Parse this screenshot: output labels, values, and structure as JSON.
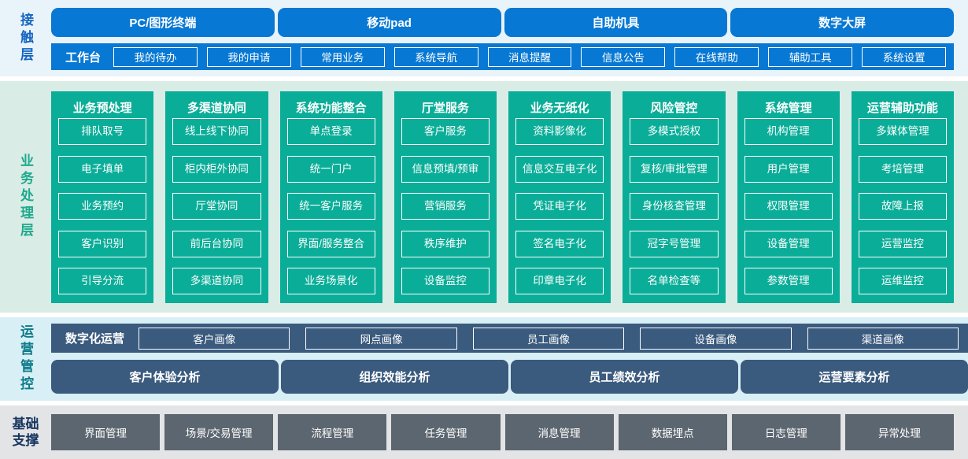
{
  "colors": {
    "contact_blue": "#0778D3",
    "contact_label": "#1565BF",
    "business_green": "#0AAD98",
    "business_label": "#1FA98D",
    "ops_slate": "#3A5A7E",
    "ops_label": "#0C7A88",
    "foundation_gray": "#5C6670",
    "foundation_label": "#16365F",
    "band_contact_bg": "#E8F3FA",
    "band_business_bg": "#DAECE6",
    "band_ops_bg": "#D7EFF5",
    "band_foundation_bg": "#E3E4E6"
  },
  "layers": {
    "contact": {
      "label": "接触层",
      "terminals": [
        "PC/图形终端",
        "移动pad",
        "自助机具",
        "数字大屏"
      ],
      "workbench_label": "工作台",
      "workbench_items": [
        "我的待办",
        "我的申请",
        "常用业务",
        "系统导航",
        "消息提醒",
        "信息公告",
        "在线帮助",
        "辅助工具",
        "系统设置"
      ]
    },
    "business": {
      "label": "业务处理层",
      "columns": [
        {
          "title": "业务预处理",
          "items": [
            "排队取号",
            "电子填单",
            "业务预约",
            "客户识别",
            "引导分流"
          ]
        },
        {
          "title": "多渠道协同",
          "items": [
            "线上线下协同",
            "柜内柜外协同",
            "厅堂协同",
            "前后台协同",
            "多渠道协同"
          ]
        },
        {
          "title": "系统功能整合",
          "items": [
            "单点登录",
            "统一门户",
            "统一客户服务",
            "界面/服务整合",
            "业务场景化"
          ]
        },
        {
          "title": "厅堂服务",
          "items": [
            "客户服务",
            "信息预填/预审",
            "营销服务",
            "秩序维护",
            "设备监控"
          ]
        },
        {
          "title": "业务无纸化",
          "items": [
            "资料影像化",
            "信息交互电子化",
            "凭证电子化",
            "签名电子化",
            "印章电子化"
          ]
        },
        {
          "title": "风险管控",
          "items": [
            "多模式授权",
            "复核/审批管理",
            "身份核查管理",
            "冠字号管理",
            "名单检查等"
          ]
        },
        {
          "title": "系统管理",
          "items": [
            "机构管理",
            "用户管理",
            "权限管理",
            "设备管理",
            "参数管理"
          ]
        },
        {
          "title": "运营辅助功能",
          "items": [
            "多媒体管理",
            "考培管理",
            "故障上报",
            "运营监控",
            "运维监控"
          ]
        }
      ]
    },
    "operations": {
      "label": "运营管控",
      "digital_label": "数字化运营",
      "portraits": [
        "客户画像",
        "网点画像",
        "员工画像",
        "设备画像",
        "渠道画像"
      ],
      "analyses": [
        "客户体验分析",
        "组织效能分析",
        "员工绩效分析",
        "运营要素分析"
      ]
    },
    "foundation": {
      "label": "基础支撑",
      "items": [
        "界面管理",
        "场景/交易管理",
        "流程管理",
        "任务管理",
        "消息管理",
        "数据埋点",
        "日志管理",
        "异常处理"
      ]
    }
  }
}
